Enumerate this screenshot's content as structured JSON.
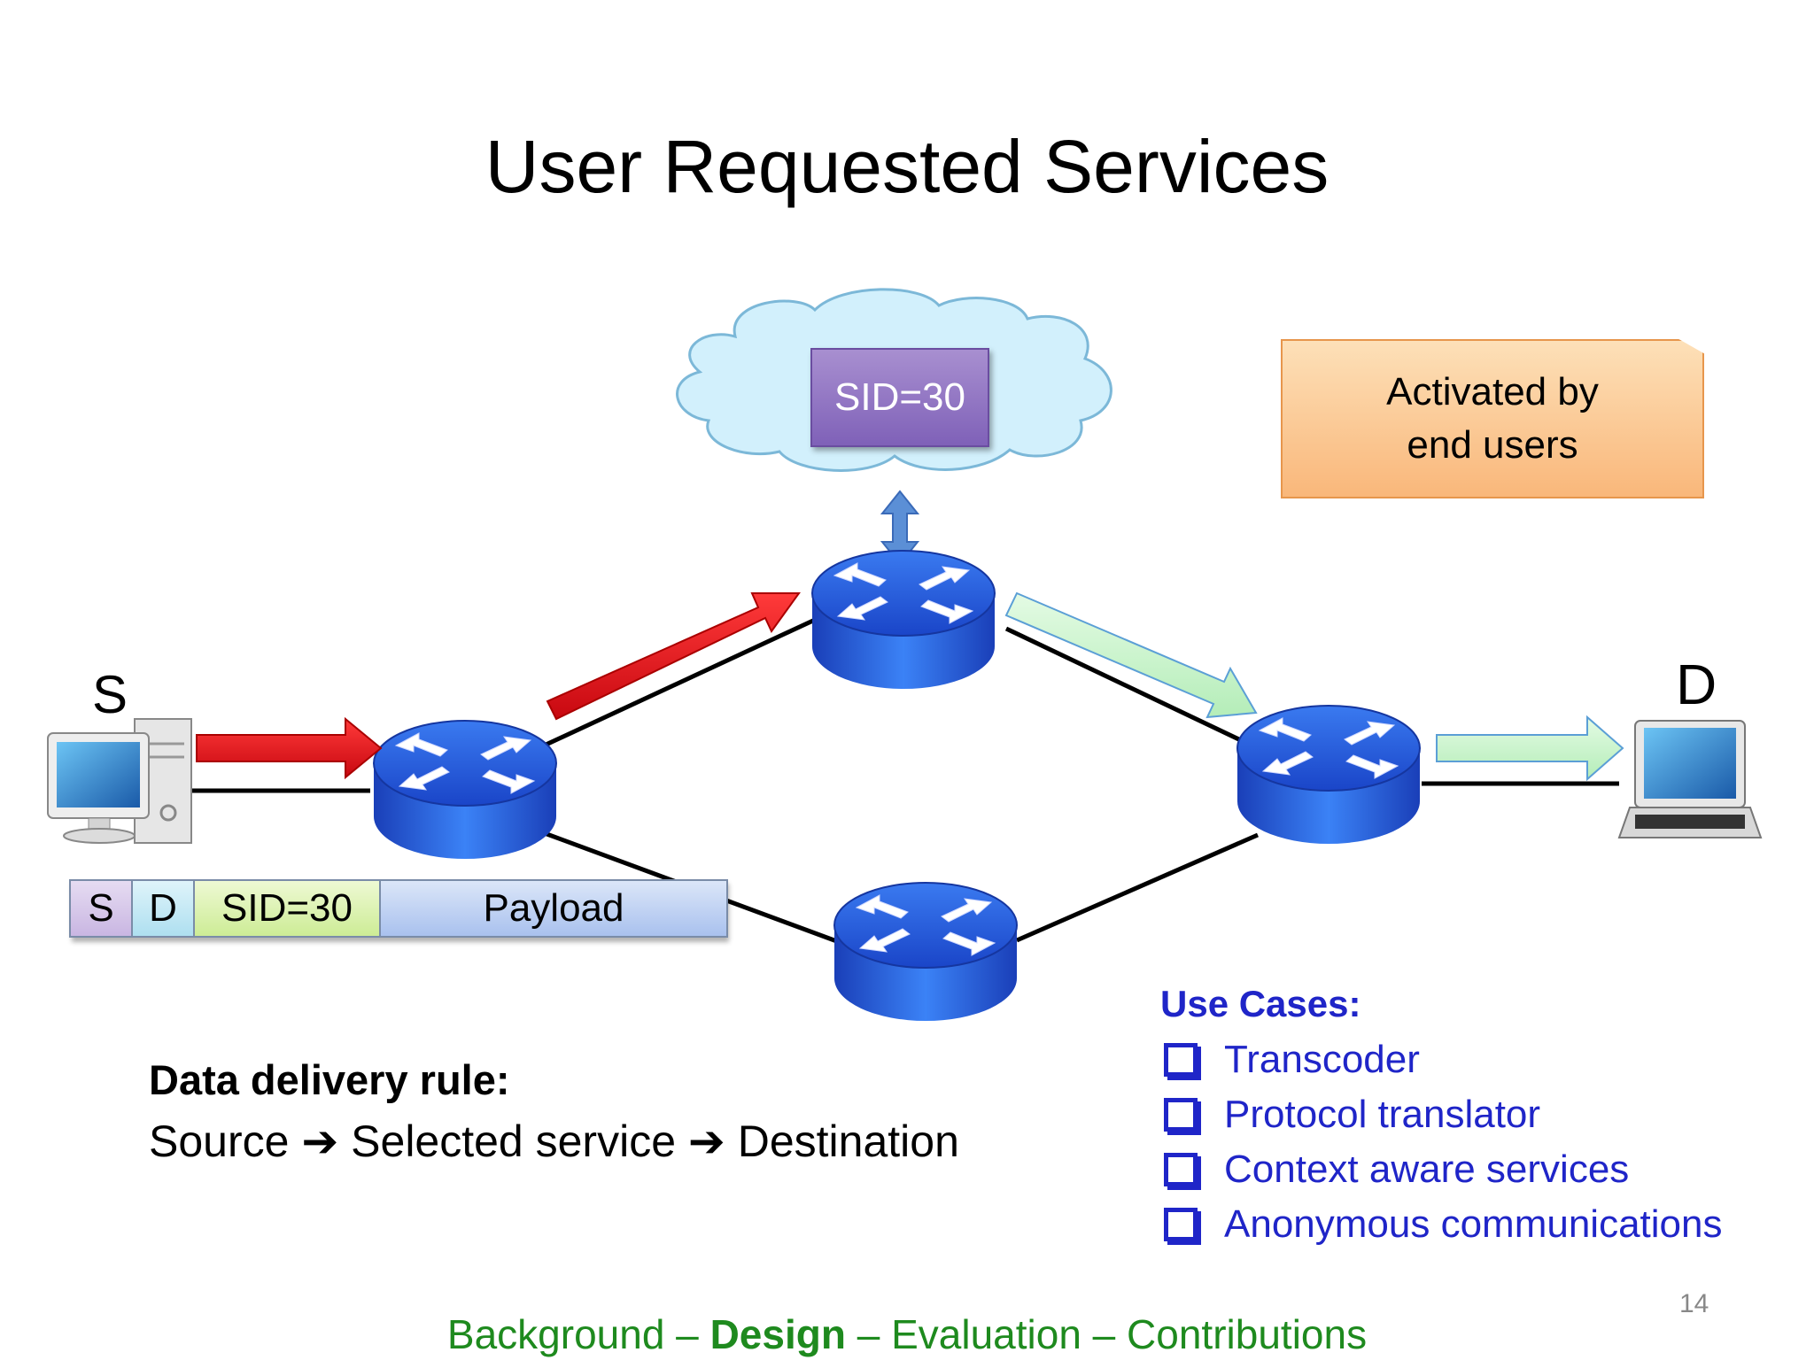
{
  "title": "User Requested Services",
  "labels": {
    "source": "S",
    "destination": "D"
  },
  "cloud_service": "SID=30",
  "note": {
    "line1": "Activated by",
    "line2": "end users"
  },
  "packet": {
    "s": "S",
    "d": "D",
    "sid": "SID=30",
    "payload": "Payload"
  },
  "rule": {
    "heading": "Data delivery rule:",
    "source": "Source",
    "service": "Selected service",
    "destination": "Destination",
    "arrow": "➔"
  },
  "use_cases": {
    "heading": "Use Cases:",
    "items": [
      "Transcoder",
      "Protocol translator",
      "Context aware services",
      "Anonymous communications"
    ]
  },
  "page_number": "14",
  "footer": {
    "part1": "Background – ",
    "bold": "Design",
    "part2": " – Evaluation – Contributions"
  },
  "colors": {
    "request_path": "#e8141c",
    "response_path": "#c8f5c8",
    "router": "#2255d8",
    "cloud": "#d2f0fc",
    "use_case_text": "#1f25c8",
    "footer_text": "#1e8a1e"
  }
}
